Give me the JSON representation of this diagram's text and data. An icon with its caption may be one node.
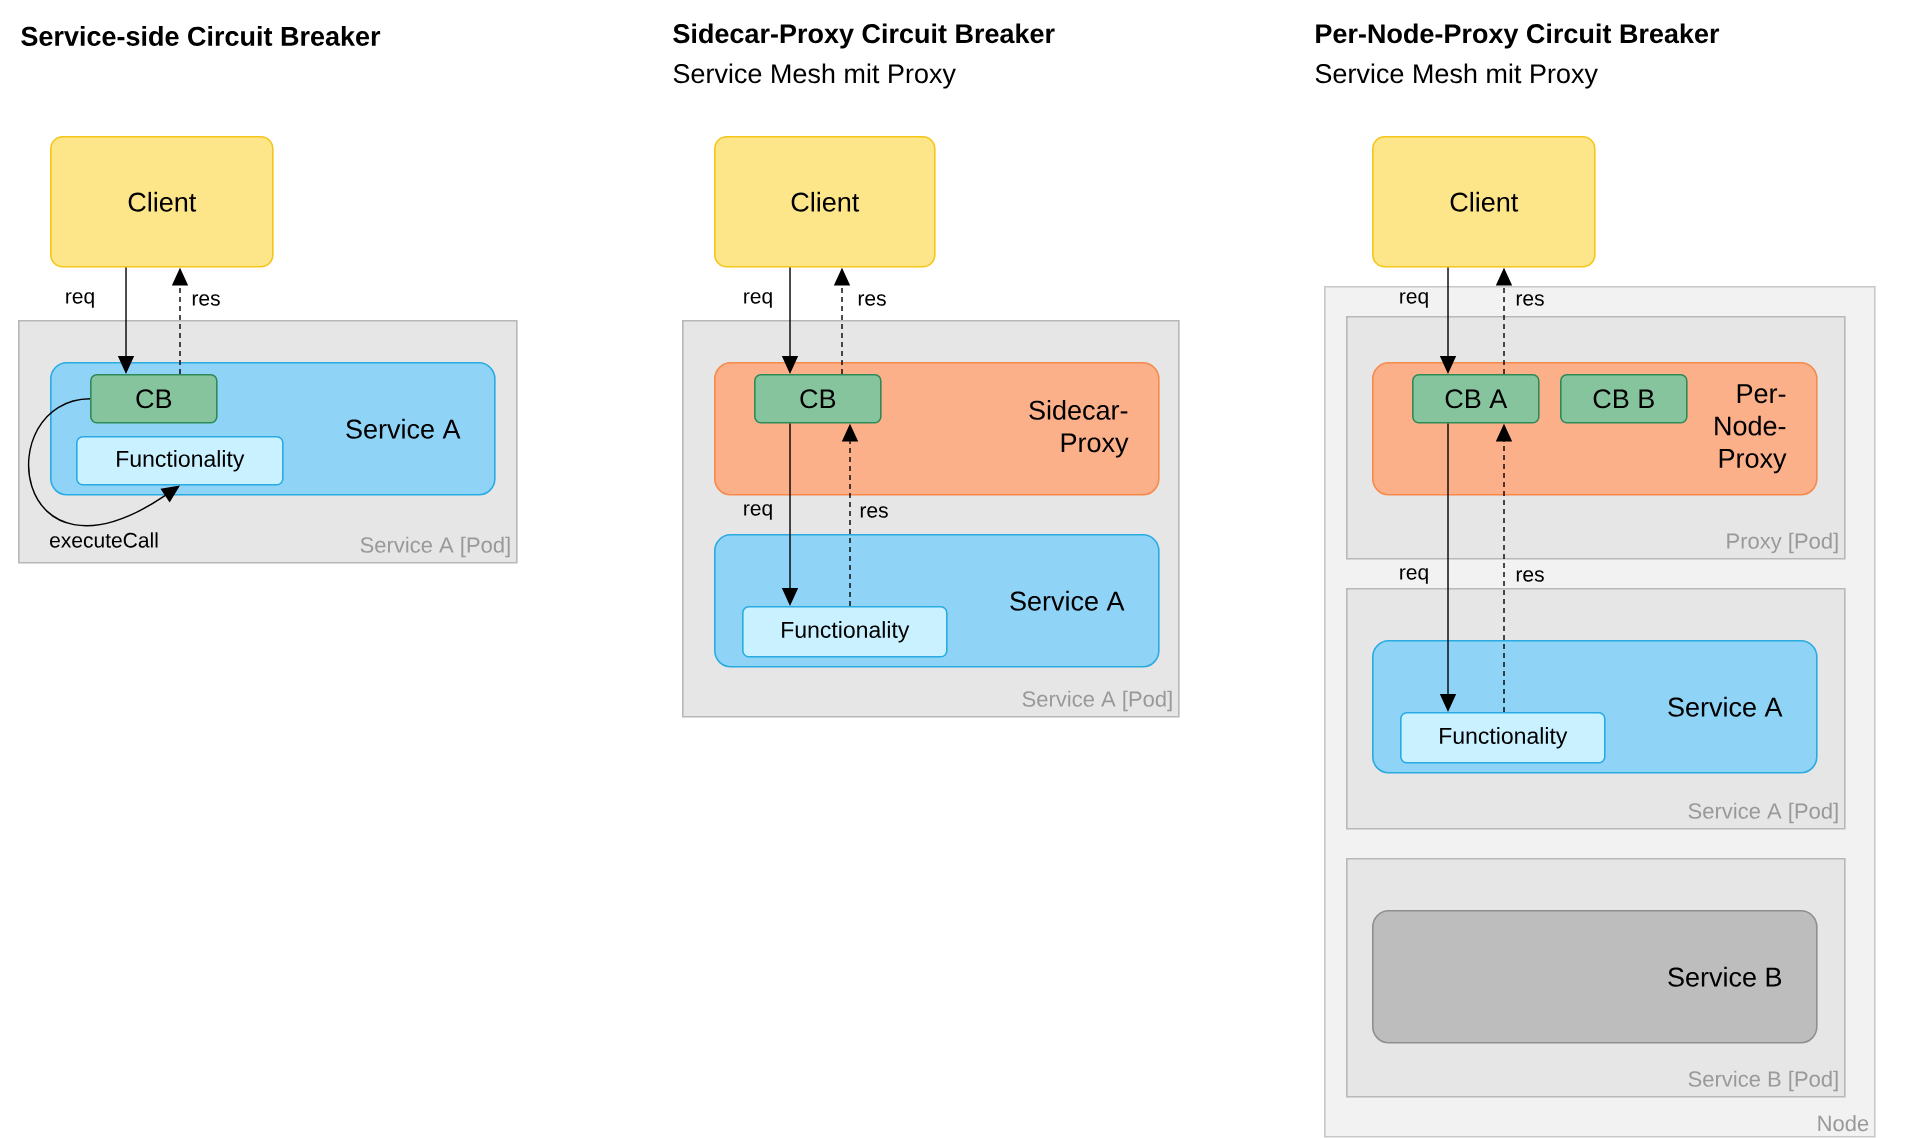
{
  "diagram": {
    "nodes": [
      {
        "text": [
          "Client"
        ]
      },
      {
        "text": [
          "Service A [Pod]"
        ]
      },
      {
        "text": [
          "Service A"
        ],
        "in": 1
      },
      {
        "text": [
          "CB"
        ],
        "in": 2
      },
      {
        "text": [
          "Functionality"
        ],
        "in": 2
      },
      {
        "text": [
          "Client"
        ]
      },
      {
        "text": [
          "Service A [Pod]"
        ]
      },
      {
        "text": [
          "Sidecar-Proxy"
        ],
        "in": 6
      },
      {
        "text": [
          "CB"
        ],
        "in": 7
      },
      {
        "text": [
          "Service A"
        ],
        "in": 6
      },
      {
        "text": [
          "Functionality"
        ],
        "in": 9
      },
      {
        "text": [
          "Client"
        ]
      },
      {
        "text": [
          "Node"
        ]
      },
      {
        "text": [
          "Proxy [Pod]"
        ],
        "in": 12
      },
      {
        "text": [
          "Per-Node-Proxy"
        ],
        "in": 13
      },
      {
        "text": [
          "CB A"
        ],
        "in": 14
      },
      {
        "text": [
          "CB B"
        ],
        "in": 14
      },
      {
        "text": [
          "Service A [Pod]"
        ],
        "in": 12
      },
      {
        "text": [
          "Service A"
        ],
        "in": 17
      },
      {
        "text": [
          "Functionality"
        ],
        "in": 18
      },
      {
        "text": [
          "Service B [Pod]"
        ],
        "in": 12
      },
      {
        "text": [
          "Service B"
        ],
        "in": 20
      }
    ],
    "edges": [
      {
        "from": 0,
        "to": 3,
        "arrow": "to",
        "label": "req"
      },
      {
        "from": 3,
        "to": 0,
        "arrow": "to",
        "label": "res",
        "style": "dashed"
      },
      {
        "from": 3,
        "to": 4,
        "arrow": "to",
        "label": "executeCall"
      },
      {
        "from": 5,
        "to": 8,
        "arrow": "to",
        "label": "req"
      },
      {
        "from": 8,
        "to": 5,
        "arrow": "to",
        "label": "res",
        "style": "dashed"
      },
      {
        "from": 8,
        "to": 10,
        "arrow": "to",
        "label": "req"
      },
      {
        "from": 10,
        "to": 8,
        "arrow": "to",
        "label": "res",
        "style": "dashed"
      },
      {
        "from": 11,
        "to": 15,
        "arrow": "to",
        "label": "req"
      },
      {
        "from": 15,
        "to": 11,
        "arrow": "to",
        "label": "res",
        "style": "dashed"
      },
      {
        "from": 15,
        "to": 19,
        "arrow": "to",
        "label": "req"
      },
      {
        "from": 19,
        "to": 15,
        "arrow": "to",
        "label": "res",
        "style": "dashed"
      }
    ],
    "labels": [
      "Service-side Circuit Breaker",
      "Sidecar-Proxy Circuit Breaker",
      "Service Mesh mit Proxy",
      "Per-Node-Proxy Circuit Breaker",
      "Service Mesh mit Proxy"
    ]
  }
}
